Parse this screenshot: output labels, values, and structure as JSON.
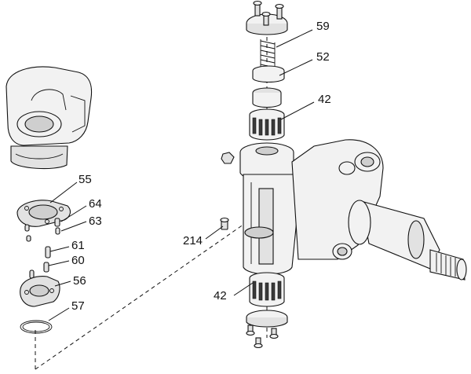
{
  "callouts": {
    "c59": "59",
    "c52": "52",
    "c42_top": "42",
    "c55": "55",
    "c64": "64",
    "c63": "63",
    "c214": "214",
    "c61": "61",
    "c60": "60",
    "c56": "56",
    "c42_bottom": "42",
    "c57": "57"
  }
}
